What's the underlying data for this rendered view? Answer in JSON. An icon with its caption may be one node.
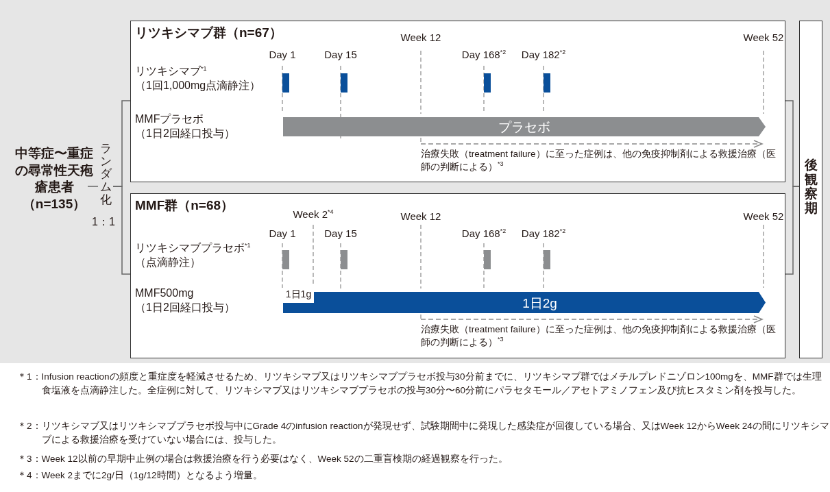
{
  "diagram": {
    "nodes": [
      {
        "text": [
          "中等症〜重症の尋常性天疱瘡患者（n=135）"
        ]
      },
      {
        "text": [
          "ランダム化"
        ],
        "beside": [
          "1：1"
        ]
      },
      {
        "text": [
          "リツキシマブ群（n=67）"
        ]
      },
      {
        "text": [
          "MMF群（n=68）"
        ]
      },
      {
        "text": [
          "後観察期"
        ]
      },
      {
        "text": [
          "プラセボ"
        ],
        "in": 2
      },
      {
        "text": [
          "1日1g"
        ],
        "in": 3
      },
      {
        "text": [
          "1日2g"
        ],
        "in": 3
      }
    ],
    "edges": [
      {
        "from": 0,
        "to": 1,
        "arrow": "none"
      },
      {
        "from": 1,
        "to": 2,
        "arrow": "none"
      },
      {
        "from": 1,
        "to": 3,
        "arrow": "none"
      },
      {
        "from": 2,
        "to": 4,
        "arrow": "none"
      },
      {
        "from": 3,
        "to": 4,
        "arrow": "none"
      }
    ],
    "labels": [
      "Week 12",
      "Week 52",
      "Day 1",
      "Day 15",
      "Day 168$^{*2}$",
      "Day 182$^{*2}$",
      "リツキシマブ$^{*1}$（1回1,000mg点滴静注）",
      "MMFプラセボ（1日2回経口投与）",
      "治療失敗（treatment failure）に至った症例は、他の免疫抑制剤による救援治療（医師の判断による）$^{*3}$",
      "Week 2$^{*4}$",
      "Week 12",
      "Week 52",
      "Day 1",
      "Day 15",
      "Day 168$^{*2}$",
      "Day 182$^{*2}$",
      "リツキシマブプラセボ$^{*1}$（点滴静注）",
      "MMF500mg（1日2回経口投与）",
      "治療失敗（treatment failure）に至った症例は、他の免疫抑制剤による救援治療（医師の判断による）$^{*3}$",
      "＊1：Infusion reactionの頻度と重症度を軽減させるため、リツキシマブ又はリツキシマブプラセボ投与30分前までに、リツキシマブ群ではメチルプレドニゾロン100mgを、MMF群では生理食塩液を点滴静注した。全症例に対して、リツキシマブ又はリツキシマブプラセボの投与30分〜60分前にパラセタモール／アセトアミノフェン及び抗ヒスタミン剤を投与した。",
      "＊2：リツキシマブ又はリツキシマブプラセボ投与中にGrade 4のinfusion reactionが発現せず、試験期間中に発現した感染症が回復している場合、又はWeek 12からWeek 24の間にリツキシマブによる救援治療を受けていない場合には、投与した。",
      "＊3：Week 12以前の早期中止例の場合は救援治療を行う必要はなく、Week 52の二重盲検期の経過観察を行った。",
      "＊4：Week 2までに2g/日（1g/12時間）となるよう増量。"
    ]
  }
}
